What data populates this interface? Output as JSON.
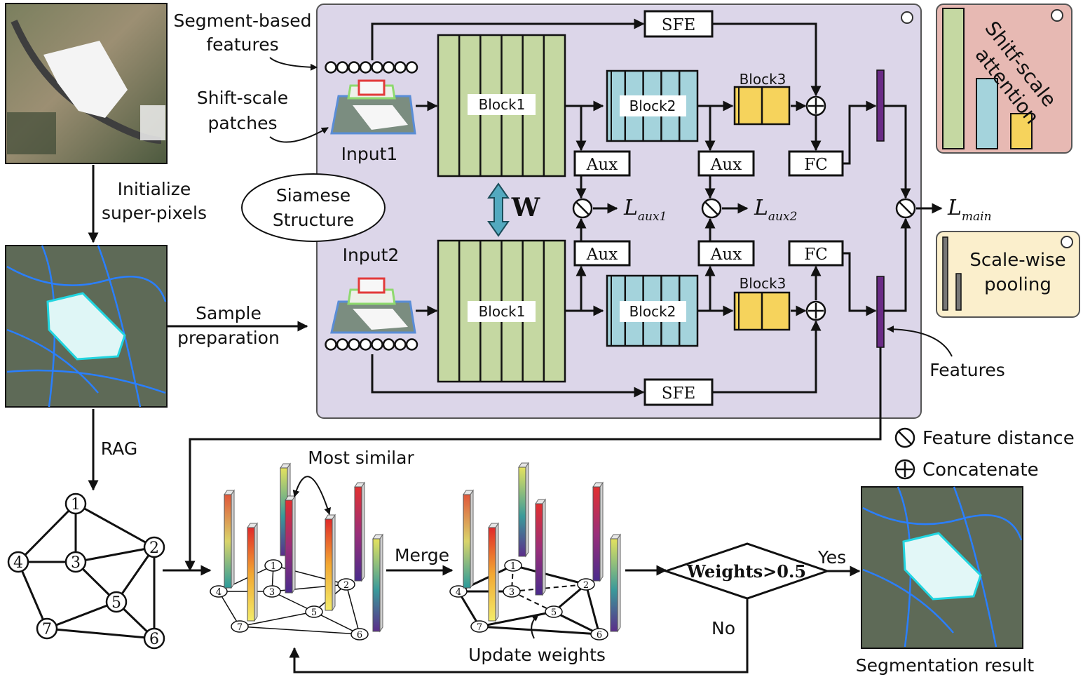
{
  "labels": {
    "segment_features": [
      "Segment-based",
      "features"
    ],
    "shift_scale_patches": [
      "Shift-scale",
      "patches"
    ],
    "input1": "Input1",
    "input2": "Input2",
    "siamese": [
      "Siamese",
      "Structure"
    ],
    "initialize": [
      "Initialize",
      "super-pixels"
    ],
    "sample_prep": [
      "Sample",
      "preparation"
    ],
    "rag": "RAG",
    "block1": "Block1",
    "block2": "Block2",
    "block3": "Block3",
    "sfe": "SFE",
    "aux": "Aux",
    "fc": "FC",
    "w": "W",
    "l_aux1": {
      "main": "L",
      "sub": "aux1"
    },
    "l_aux2": {
      "main": "L",
      "sub": "aux2"
    },
    "l_main": {
      "main": "L",
      "sub": "main"
    },
    "shift_attention": [
      "Shitf-scale",
      "attention"
    ],
    "scale_pooling": [
      "Scale-wise",
      "pooling"
    ],
    "features": "Features",
    "legend_distance": "Feature distance",
    "legend_concat": "Concatenate",
    "most_similar": "Most similar",
    "merge": "Merge",
    "update_weights": "Update weights",
    "decision": "Weights>0.5",
    "yes": "Yes",
    "no": "No",
    "segmentation_result": "Segmentation result"
  },
  "graph": {
    "nodes": [
      "1",
      "2",
      "3",
      "4",
      "5",
      "6",
      "7"
    ]
  },
  "colors": {
    "siamese_panel": "#dcd6e9",
    "attention_panel": "#e7b9b3",
    "pooling_panel": "#fbefcc",
    "block1": "#c5d8a2",
    "block2": "#a4d3dc",
    "block3": "#f6d35c",
    "feature_bar": "#6a2b86"
  }
}
